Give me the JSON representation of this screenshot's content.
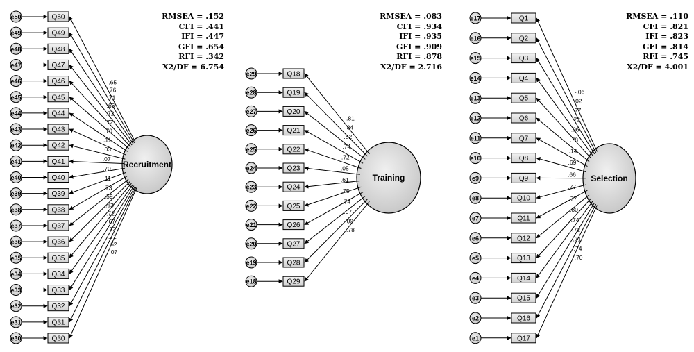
{
  "panels": [
    {
      "factor": "Recruitment",
      "items": [
        {
          "q": "Q50",
          "e": "e50",
          "loading": ".65"
        },
        {
          "q": "Q49",
          "e": "e49",
          "loading": ".76"
        },
        {
          "q": "Q48",
          "e": "e48",
          "loading": ".71"
        },
        {
          "q": "Q47",
          "e": "e47",
          "loading": ".66"
        },
        {
          "q": "Q46",
          "e": "e46",
          "loading": ".72"
        },
        {
          "q": "Q45",
          "e": "e45",
          "loading": ".72"
        },
        {
          "q": "Q44",
          "e": "e44",
          "loading": ".70"
        },
        {
          "q": "Q43",
          "e": "e43",
          "loading": ".11"
        },
        {
          "q": "Q42",
          "e": "e42",
          "loading": ".03"
        },
        {
          "q": "Q41",
          "e": "e41",
          "loading": ".07"
        },
        {
          "q": "Q40",
          "e": "e40",
          "loading": ".70"
        },
        {
          "q": "Q39",
          "e": "e39",
          "loading": ".11"
        },
        {
          "q": "Q38",
          "e": "e38",
          "loading": ".73"
        },
        {
          "q": "Q37",
          "e": "e37",
          "loading": ".59"
        },
        {
          "q": "Q36",
          "e": "e36",
          "loading": ".63"
        },
        {
          "q": "Q35",
          "e": "e35",
          "loading": ".72"
        },
        {
          "q": "Q34",
          "e": "e34",
          "loading": ".67"
        },
        {
          "q": "Q33",
          "e": "e33",
          "loading": ".72"
        },
        {
          "q": "Q32",
          "e": "e32",
          "loading": ".71"
        },
        {
          "q": "Q31",
          "e": "e31",
          "loading": ".62"
        },
        {
          "q": "Q30",
          "e": "e30",
          "loading": ".07"
        }
      ],
      "fit": [
        "RMSEA = .152",
        "CFI = .441",
        "IFI = .447",
        "GFI = .654",
        "RFI = .342",
        "X2/DF = 6.754"
      ]
    },
    {
      "factor": "Training",
      "items": [
        {
          "q": "Q18",
          "e": "e29",
          "loading": ".81"
        },
        {
          "q": "Q19",
          "e": "e28",
          "loading": ".84"
        },
        {
          "q": "Q20",
          "e": "e27",
          "loading": ".82"
        },
        {
          "q": "Q21",
          "e": "e26",
          "loading": ".74"
        },
        {
          "q": "Q22",
          "e": "e25",
          "loading": ".72"
        },
        {
          "q": "Q23",
          "e": "e24",
          "loading": ".05"
        },
        {
          "q": "Q24",
          "e": "e23",
          "loading": ".61"
        },
        {
          "q": "Q25",
          "e": "e22",
          "loading": ".75"
        },
        {
          "q": "Q26",
          "e": "e21",
          "loading": ".74"
        },
        {
          "q": "Q27",
          "e": "e20",
          "loading": ".07"
        },
        {
          "q": "Q28",
          "e": "e19",
          "loading": ".09"
        },
        {
          "q": "Q29",
          "e": "e18",
          "loading": ".78"
        }
      ],
      "fit": [
        "RMSEA = .083",
        "CFI = .934",
        "IFI = .935",
        "GFI = .909",
        "RFI = .878",
        "X2/DF = 2.716"
      ]
    },
    {
      "factor": "Selection",
      "items": [
        {
          "q": "Q1",
          "e": "e17",
          "loading": "-.06"
        },
        {
          "q": "Q2",
          "e": "e16",
          "loading": ".02"
        },
        {
          "q": "Q3",
          "e": "e15",
          "loading": ".77"
        },
        {
          "q": "Q4",
          "e": "e14",
          "loading": ".72"
        },
        {
          "q": "Q5",
          "e": "e13",
          "loading": ".06"
        },
        {
          "q": "Q6",
          "e": "e12",
          "loading": ".78"
        },
        {
          "q": "Q7",
          "e": "e11",
          "loading": ".14"
        },
        {
          "q": "Q8",
          "e": "e10",
          "loading": ".69"
        },
        {
          "q": "Q9",
          "e": "e9",
          "loading": ".66"
        },
        {
          "q": "Q10",
          "e": "e8",
          "loading": ".77"
        },
        {
          "q": "Q11",
          "e": "e7",
          "loading": ".77"
        },
        {
          "q": "Q12",
          "e": "e6",
          "loading": ".80"
        },
        {
          "q": "Q13",
          "e": "e5",
          "loading": ".74"
        },
        {
          "q": "Q14",
          "e": "e4",
          "loading": ".72"
        },
        {
          "q": "Q15",
          "e": "e3",
          "loading": ".71"
        },
        {
          "q": "Q16",
          "e": "e2",
          "loading": ".74"
        },
        {
          "q": "Q17",
          "e": "e1",
          "loading": ".70"
        }
      ],
      "fit": [
        "RMSEA = .110",
        "CFI = .821",
        "IFI = .823",
        "GFI = .814",
        "RFI = .745",
        "X2/DF = 4.001"
      ]
    }
  ]
}
